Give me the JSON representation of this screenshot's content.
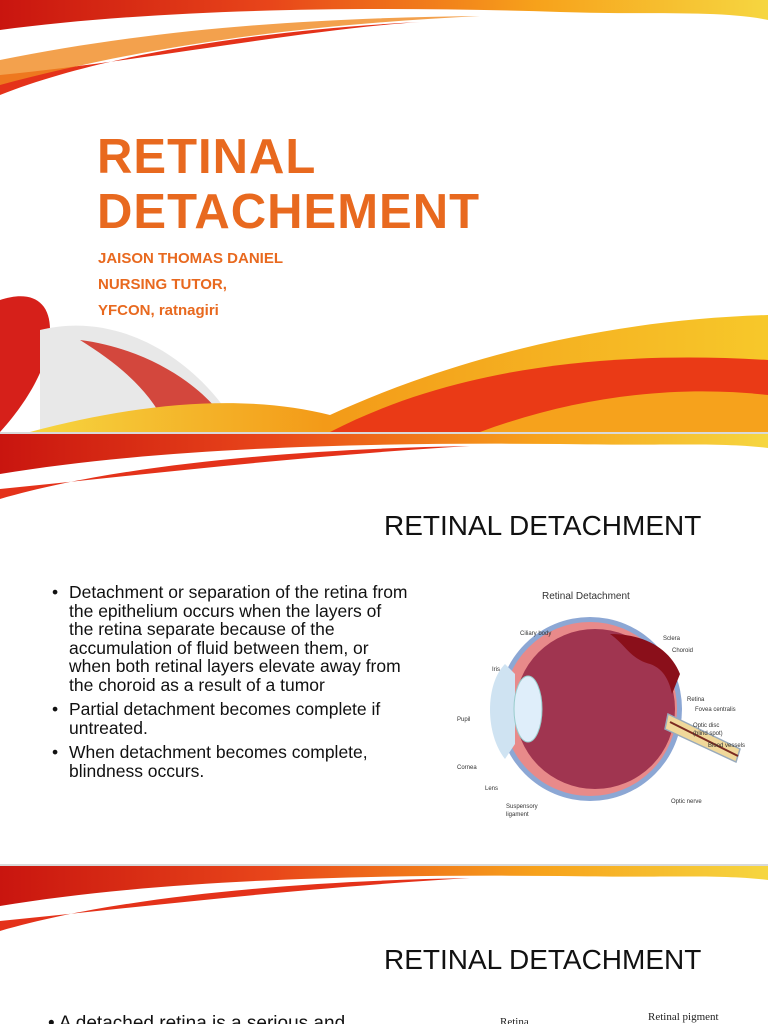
{
  "colors": {
    "accent": "#e8691f",
    "swoosh_red": "#d8231a",
    "swoosh_yellow": "#f6c11a"
  },
  "slide1": {
    "title_line1": "RETINAL",
    "title_line2": "DETACHEMENT",
    "author": "JAISON THOMAS DANIEL",
    "role": "NURSING TUTOR,",
    "institution": "YFCON, ratnagiri"
  },
  "slide2": {
    "title": "RETINAL DETACHMENT",
    "bullets": [
      "Detachment or separation of the retina from the epithelium occurs when the layers of the retina separate because of the accumulation of fluid between them, or when both retinal layers elevate away from the choroid as a result of a tumor",
      "Partial detachment becomes complete if untreated.",
      "When detachment becomes complete, blindness occurs."
    ],
    "figure": {
      "title": "Retinal Detachment",
      "labels": {
        "ciliary": "Ciliary body",
        "sclera": "Sclera",
        "choroid": "Choroid",
        "iris": "Iris",
        "retina": "Retina",
        "fovea": "Fovea centralis",
        "optic_disc": "Optic disc",
        "blind_spot": "(blind spot)",
        "vessels": "Blood vessels",
        "pupil": "Pupil",
        "cornea": "Cornea",
        "lens": "Lens",
        "suspensory1": "Suspensory",
        "suspensory2": "ligament",
        "optic_nerve": "Optic nerve"
      }
    }
  },
  "slide3": {
    "title": "RETINAL DETACHMENT",
    "bullet_partial": "A detached retina is a serious and",
    "figure_label_retina": "Retina",
    "figure_label_pigment": "Retinal pigment"
  }
}
